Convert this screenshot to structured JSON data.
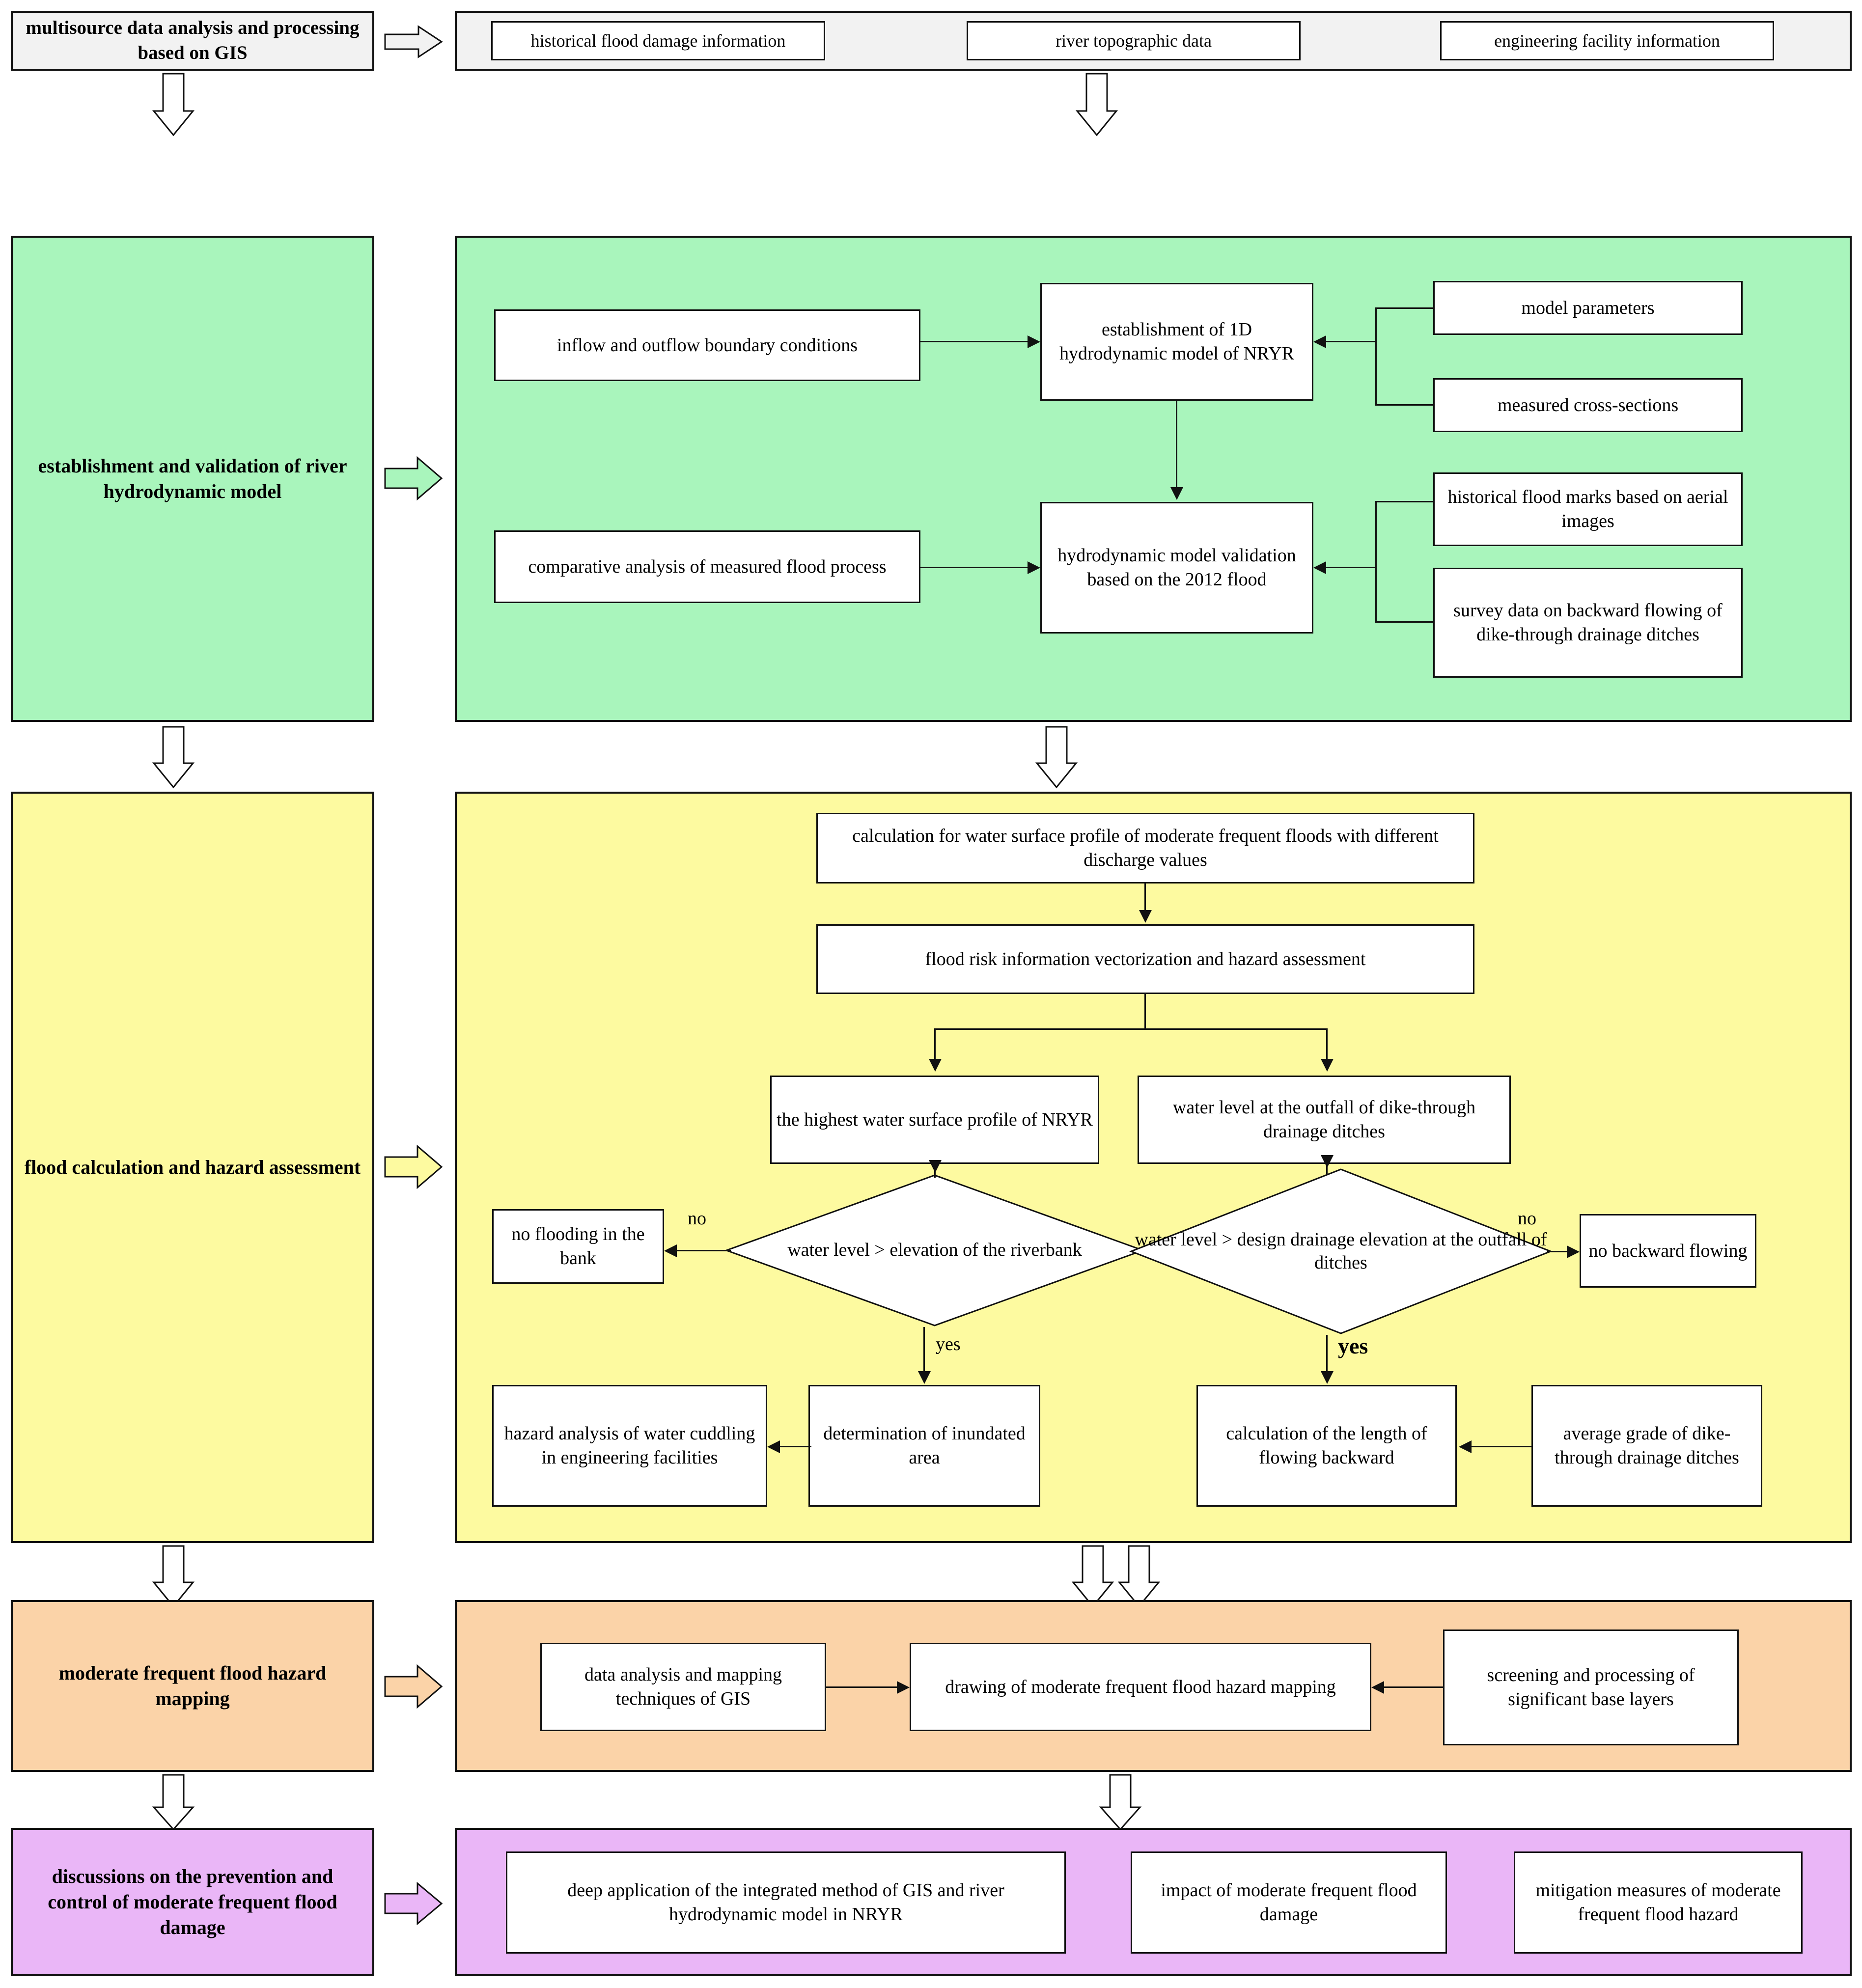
{
  "stages": [
    {
      "id": "s1",
      "label": "multisource data analysis and processing based on GIS",
      "color": "#f2f2f2"
    },
    {
      "id": "s2",
      "label": "establishment and validation of river hydrodynamic model",
      "color": "#a9f5bc"
    },
    {
      "id": "s3",
      "label": "flood calculation and hazard assessment",
      "color": "#fdfaa0"
    },
    {
      "id": "s4",
      "label": "moderate frequent flood hazard mapping",
      "color": "#fbd3a8"
    },
    {
      "id": "s5",
      "label": "discussions on the prevention and control of moderate frequent flood damage",
      "color": "#eab6f7"
    }
  ],
  "band1": {
    "nodes": [
      {
        "id": "b1n1",
        "label": "historical flood damage information"
      },
      {
        "id": "b1n2",
        "label": "river topographic data"
      },
      {
        "id": "b1n3",
        "label": "engineering facility information"
      }
    ]
  },
  "band2": {
    "nodes": [
      {
        "id": "b2n1",
        "label": "inflow and outflow boundary conditions"
      },
      {
        "id": "b2n2",
        "label": "establishment of 1D hydrodynamic model of NRYR"
      },
      {
        "id": "b2n3",
        "label": "model parameters"
      },
      {
        "id": "b2n4",
        "label": "measured cross-sections"
      },
      {
        "id": "b2n5",
        "label": "comparative analysis of measured flood process"
      },
      {
        "id": "b2n6",
        "label": "hydrodynamic model validation based on the 2012 flood"
      },
      {
        "id": "b2n7",
        "label": "historical flood marks based on aerial images"
      },
      {
        "id": "b2n8",
        "label": "survey data on backward flowing of dike-through drainage ditches"
      }
    ]
  },
  "band3": {
    "nodes": [
      {
        "id": "b3n1",
        "label": "calculation for water surface profile of moderate frequent floods with different discharge values"
      },
      {
        "id": "b3n2",
        "label": "flood risk information vectorization and hazard assessment"
      },
      {
        "id": "b3n3",
        "label": "the highest water surface profile of NRYR"
      },
      {
        "id": "b3n4",
        "label": "water level at the outfall of dike-through drainage ditches"
      },
      {
        "id": "b3n5",
        "label": "no flooding in the bank"
      },
      {
        "id": "b3n6",
        "label": "no backward flowing"
      },
      {
        "id": "b3n7",
        "label": "hazard analysis of water cuddling in engineering facilities"
      },
      {
        "id": "b3n8",
        "label": "determination of inundated area"
      },
      {
        "id": "b3n9",
        "label": "calculation of the length of flowing backward"
      },
      {
        "id": "b3n10",
        "label": "average grade of dike-through drainage ditches"
      }
    ],
    "decisions": [
      {
        "id": "b3d1",
        "label": "water level > elevation of the riverbank"
      },
      {
        "id": "b3d2",
        "label": "water level > design drainage elevation at the outfall of ditches"
      }
    ],
    "edge_labels": {
      "d1_no": "no",
      "d1_yes": "yes",
      "d2_no": "no",
      "d2_yes": "yes"
    }
  },
  "band4": {
    "nodes": [
      {
        "id": "b4n1",
        "label": "data analysis and mapping techniques of GIS"
      },
      {
        "id": "b4n2",
        "label": "drawing of moderate frequent flood hazard mapping"
      },
      {
        "id": "b4n3",
        "label": "screening and processing of significant base layers"
      }
    ]
  },
  "band5": {
    "nodes": [
      {
        "id": "b5n1",
        "label": "deep application of the integrated method of GIS and river hydrodynamic model  in NRYR"
      },
      {
        "id": "b5n2",
        "label": "impact of moderate frequent flood damage"
      },
      {
        "id": "b5n3",
        "label": "mitigation measures of moderate frequent flood hazard"
      }
    ]
  }
}
